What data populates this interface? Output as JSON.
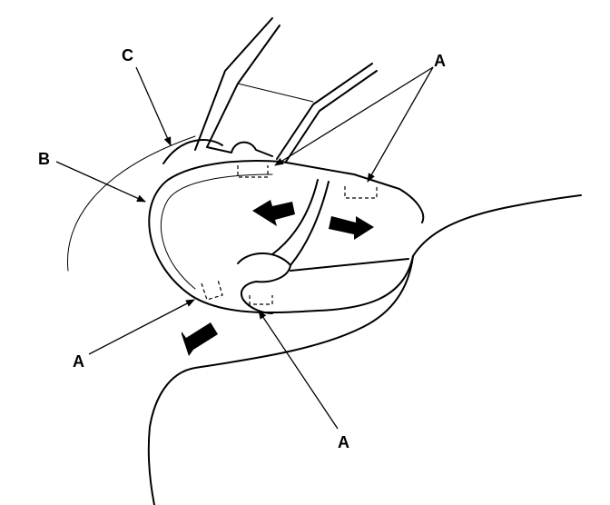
{
  "labels": {
    "a_top": "A",
    "a_left": "A",
    "a_bottom": "A",
    "b": "B",
    "c": "C"
  },
  "colors": {
    "ink": "#000000",
    "paper": "#ffffff"
  }
}
